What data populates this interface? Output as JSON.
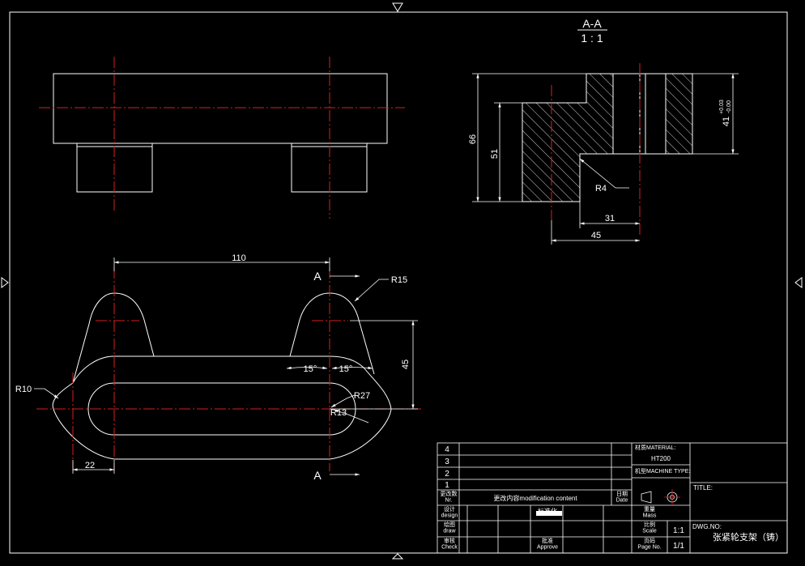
{
  "colors": {
    "background": "#000000",
    "line": "#ffffff",
    "centerline": "#d42020"
  },
  "section": {
    "title": "A-A",
    "scale": "1 : 1"
  },
  "dims": {
    "d66": "66",
    "d51": "51",
    "d41": "41",
    "tol_upper": "+0.03",
    "tol_lower": "-0.00",
    "r4": "R4",
    "d31": "31",
    "d45": "45",
    "d110": "110",
    "r15": "R15",
    "d45b": "45",
    "a15_left": "15°",
    "a15_right": "15°",
    "r10": "R10",
    "r27": "R27",
    "r13": "R13",
    "d22": "22",
    "cut_top": "A",
    "cut_bottom": "A"
  },
  "title_block": {
    "rev_numbers": [
      "4",
      "3",
      "2",
      "1"
    ],
    "rev_no_label": "更改数\nNr.",
    "rev_content": "更改内容modification content",
    "date_label": "日期\nDate",
    "design": "设计\ndesign",
    "draw": "绘图\ndraw",
    "check": "审核\nCheck",
    "standard": "标准化",
    "approve": "批准\nApprove",
    "material_label": "材质MATERIAL:",
    "material": "HT200",
    "machine_type_label": "机型MACHINE TYPE:",
    "mass": "重量\nMass",
    "scale_label": "比例\nScale",
    "scale_value": "1:1",
    "page_label": "页码\nPage No.",
    "page_value": "1/1",
    "title_label": "TITLE:",
    "dwg_no_label": "DWG.NO:",
    "part_name": "张紧轮支架（铸）"
  }
}
